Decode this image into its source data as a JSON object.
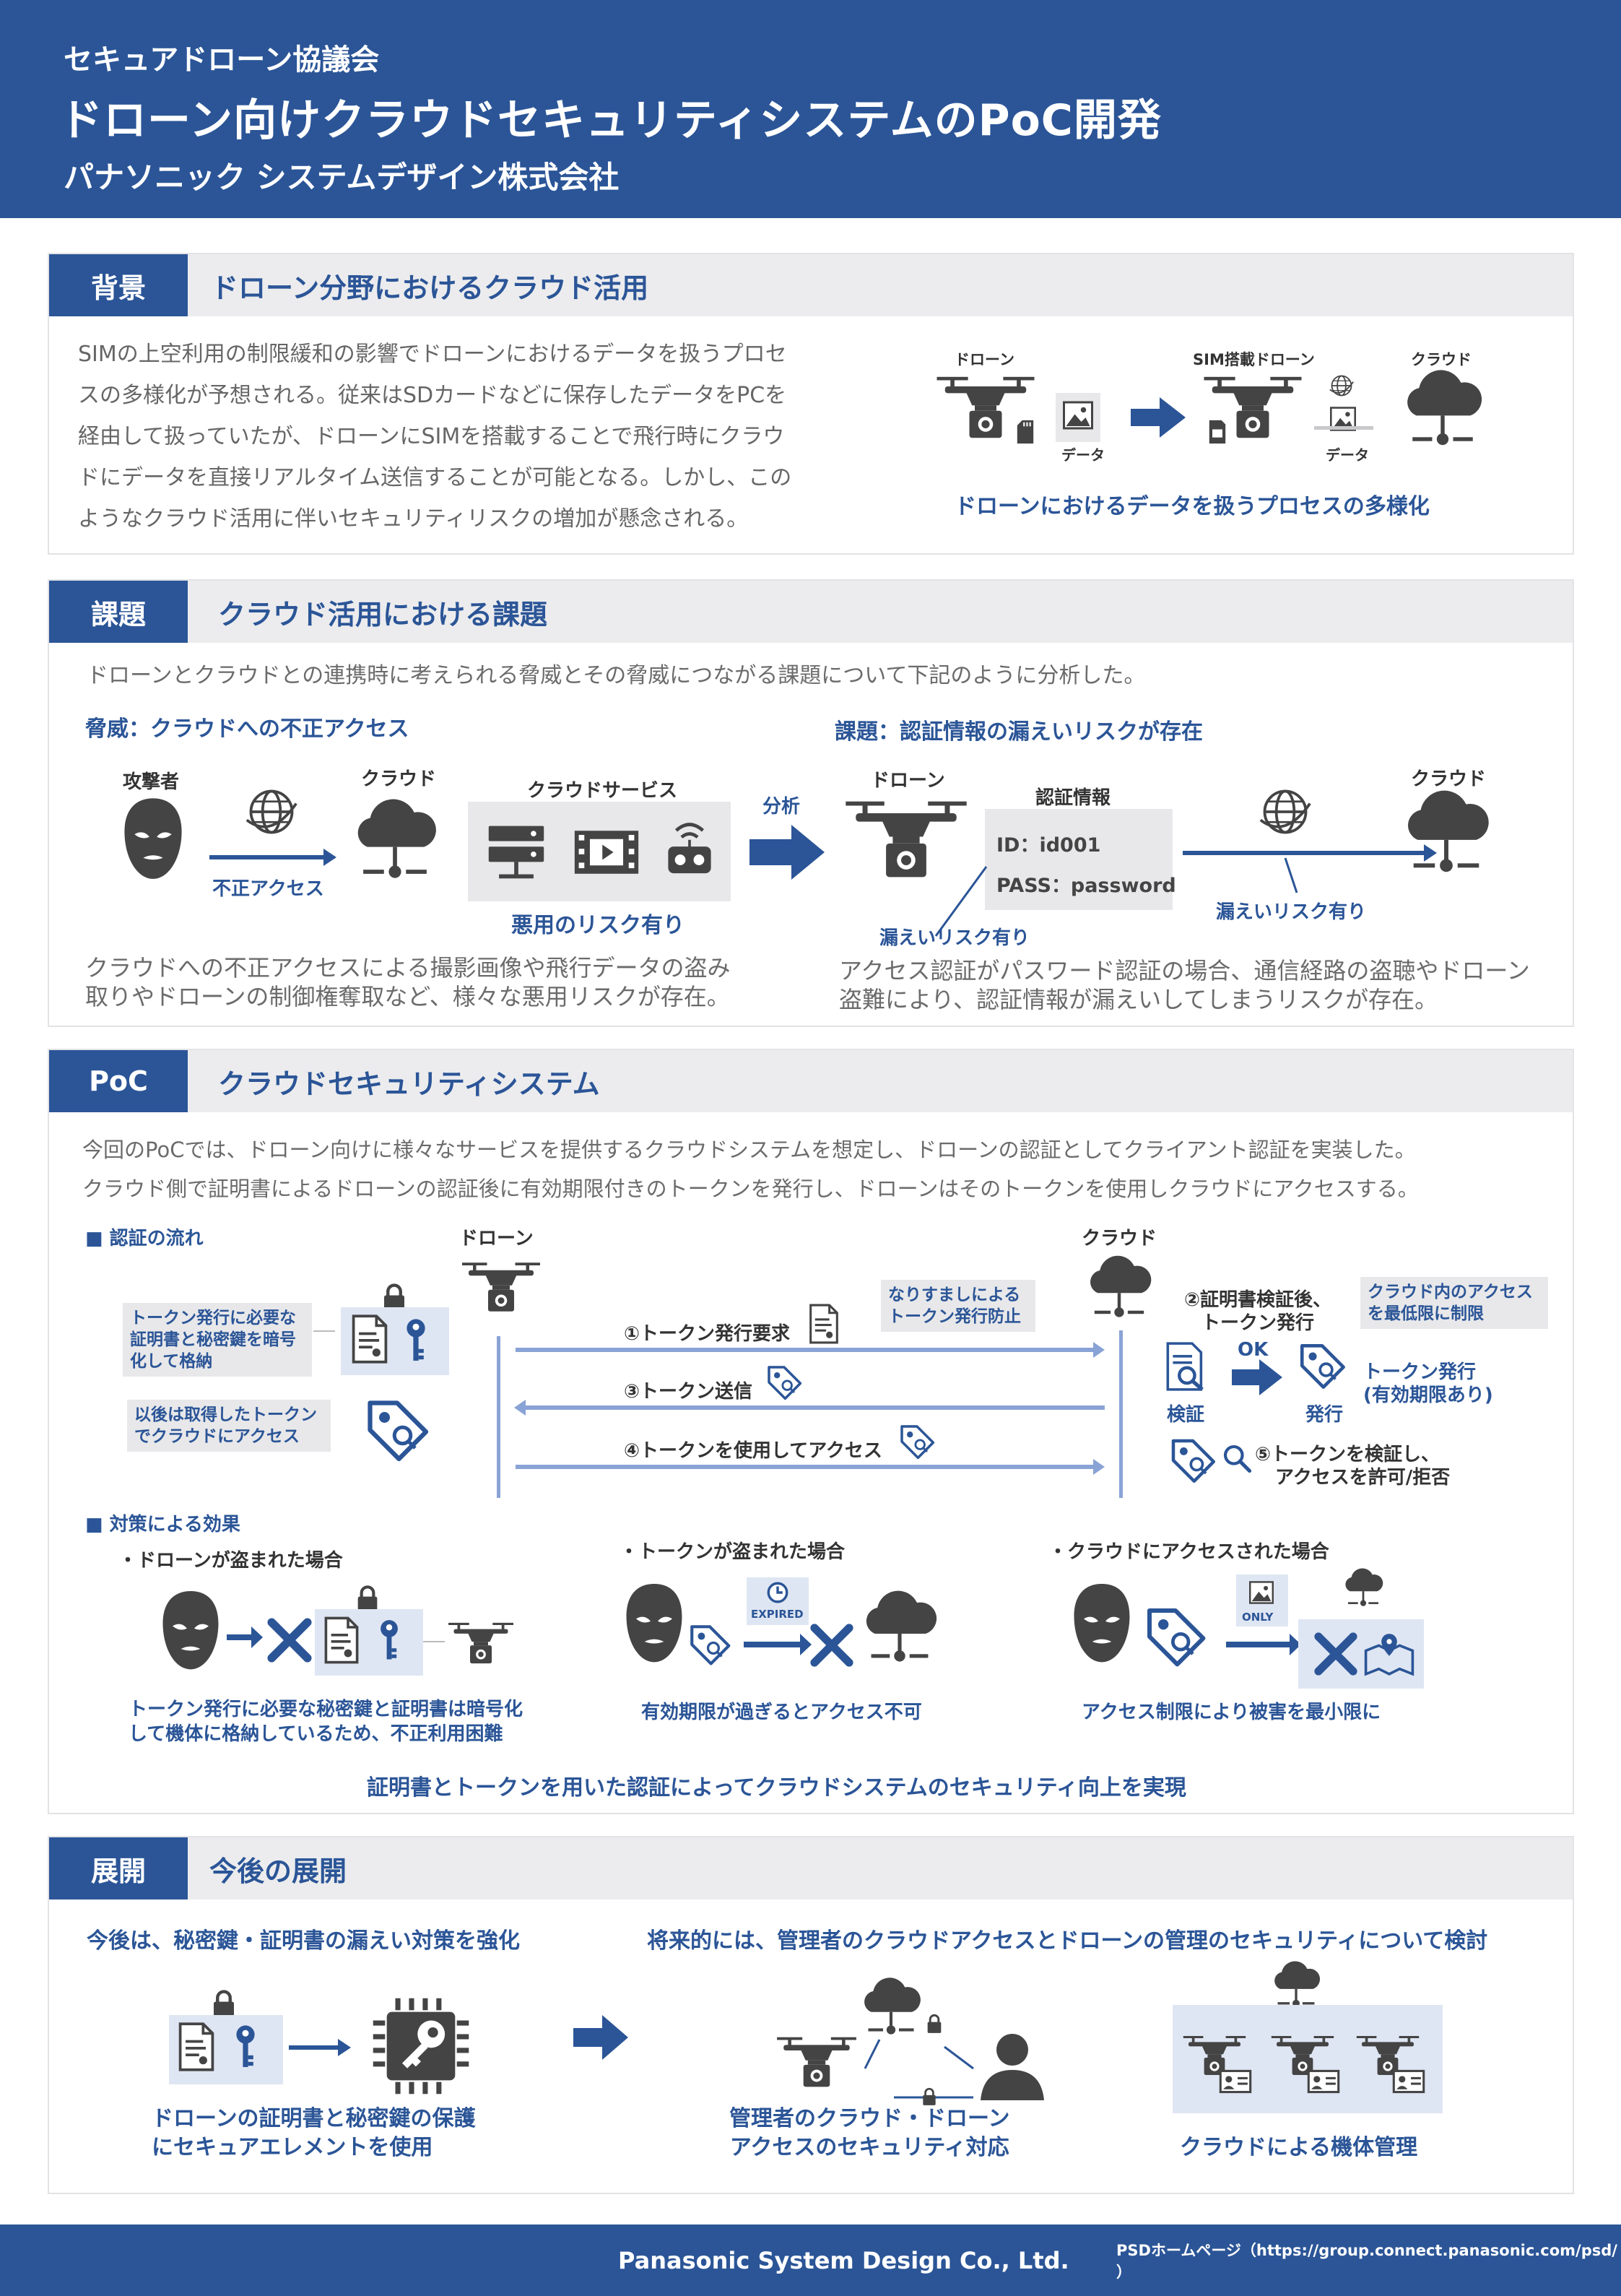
{
  "header": {
    "org": "セキュアドローン協議会",
    "title": "ドローン向けクラウドセキュリティシステムのPoC開発",
    "company": "パナソニック システムデザイン株式会社"
  },
  "background": {
    "tag": "背景",
    "title": "ドローン分野におけるクラウド活用",
    "lines": [
      "SIMの上空利用の制限緩和の影響でドローンにおけるデータを扱うプロセ",
      "スの多様化が予想される。従来はSDカードなどに保存したデータをPCを",
      "経由して扱っていたが、ドローンにSIMを搭載することで飛行時にクラウ",
      "ドにデータを直接リアルタイム送信することが可能となる。しかし、この",
      "ようなクラウド活用に伴いセキュリティリスクの増加が懸念される。"
    ],
    "fig_drone": "ドローン",
    "fig_sim_drone": "SIM搭載ドローン",
    "fig_cloud": "クラウド",
    "fig_data1": "データ",
    "fig_data2": "データ",
    "fig_caption": "ドローンにおけるデータを扱うプロセスの多様化"
  },
  "issues": {
    "tag": "課題",
    "title": "クラウド活用における課題",
    "intro": "ドローンとクラウドとの連携時に考えられる脅威とその脅威につながる課題について下記のように分析した。",
    "threat_head": "脅威：クラウドへの不正アクセス",
    "attacker": "攻撃者",
    "cloud": "クラウド",
    "cloud_service": "クラウドサービス",
    "unauthorized": "不正アクセス",
    "misuse_risk": "悪用のリスク有り",
    "analysis": "分析",
    "threat_text": [
      "クラウドへの不正アクセスによる撮影画像や飛行データの盗み",
      "取りやドローンの制御権奪取など、様々な悪用リスクが存在。"
    ],
    "issue_head": "課題：認証情報の漏えいリスクが存在",
    "drone": "ドローン",
    "auth_info": "認証情報",
    "id_line": "ID：id001",
    "pass_line": "PASS：password",
    "cloud2": "クラウド",
    "leak1": "漏えいリスク有り",
    "leak2": "漏えいリスク有り",
    "issue_text": [
      "アクセス認証がパスワード認証の場合、通信経路の盗聴やドローン",
      "盗難により、認証情報が漏えいしてしまうリスクが存在。"
    ]
  },
  "poc": {
    "tag": "PoC",
    "title": "クラウドセキュリティシステム",
    "intro1": "今回のPoCでは、ドローン向けに様々なサービスを提供するクラウドシステムを想定し、ドローンの認証としてクライアント認証を実装した。",
    "intro2": "クラウド側で証明書によるドローンの認証後に有効期限付きのトークンを発行し、ドローンはそのトークンを使用しクラウドにアクセスする。",
    "flow_head": "■ 認証の流れ",
    "drone": "ドローン",
    "cloud": "クラウド",
    "note_store": [
      "トークン発行に必要な",
      "証明書と秘密鍵を暗号",
      "化して格納"
    ],
    "note_access": [
      "以後は取得したトークン",
      "でクラウドにアクセス"
    ],
    "step1": "①トークン発行要求",
    "step3": "③トークン送信",
    "step4": "④トークンを使用してアクセス",
    "note_spoof": [
      "なりすましによる",
      "トークン発行防止"
    ],
    "step2": [
      "②証明書検証後、",
      "トークン発行"
    ],
    "ok": "OK",
    "verify": "検証",
    "issue": "発行",
    "token_issue": [
      "トークン発行",
      "(有効期限あり)"
    ],
    "note_min": [
      "クラウド内のアクセス",
      "を最低限に制限"
    ],
    "step5": [
      "⑤トークンを検証し、",
      "アクセスを許可/拒否"
    ],
    "effect_head": "■ 対策による効果",
    "case1": "・ドローンが盗まれた場合",
    "case2": "・トークンが盗まれた場合",
    "case3": "・クラウドにアクセスされた場合",
    "expired": "EXPIRED",
    "only": "ONLY",
    "case1_text": [
      "トークン発行に必要な秘密鍵と証明書は暗号化",
      "して機体に格納しているため、不正利用困難"
    ],
    "case2_text": "有効期限が過ぎるとアクセス不可",
    "case3_text": "アクセス制限により被害を最小限に",
    "conclusion": "証明書とトークンを用いた認証によってクラウドシステムのセキュリティ向上を実現"
  },
  "future": {
    "tag": "展開",
    "title": "今後の展開",
    "left_head": "今後は、秘密鍵・証明書の漏えい対策を強化",
    "right_head": "将来的には、管理者のクラウドアクセスとドローンの管理のセキュリティについて検討",
    "left_caption": [
      "ドローンの証明書と秘密鍵の保護",
      "にセキュアエレメントを使用"
    ],
    "mid_caption": [
      "管理者のクラウド・ドローン",
      "アクセスのセキュリティ対応"
    ],
    "right_caption": "クラウドによる機体管理"
  },
  "footer": {
    "name": "Panasonic System Design Co., Ltd.",
    "url": "PSDホームページ（https://group.connect.panasonic.com/psd/ ）"
  },
  "colors": {
    "brand": "#2b5597",
    "light": "#dfe6f3",
    "grey": "#e8e8ea",
    "icon": "#444444"
  }
}
